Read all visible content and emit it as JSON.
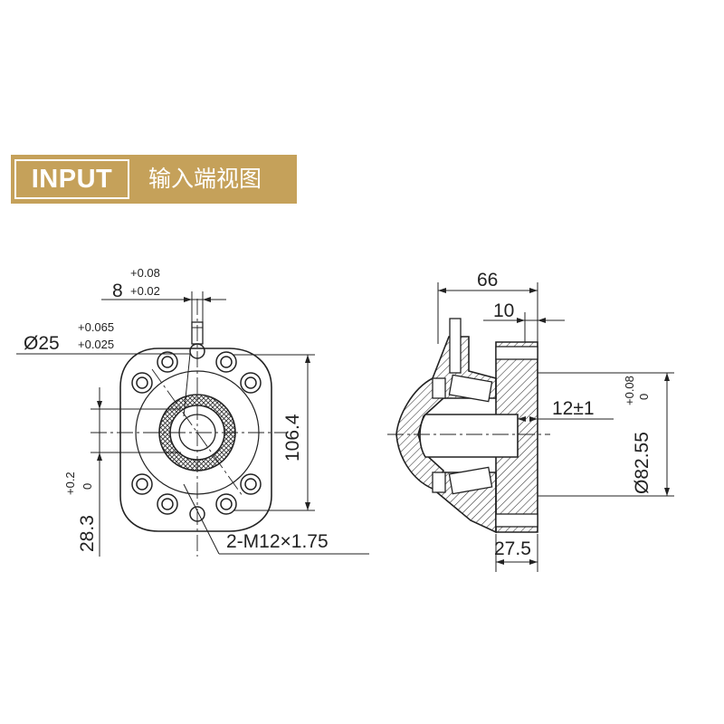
{
  "header": {
    "label": "INPUT",
    "subtitle": "输入端视图",
    "accent_color": "#c5a15a"
  },
  "front_view": {
    "key_width": {
      "value": "8",
      "tol_upper": "+0.08",
      "tol_lower": "+0.02"
    },
    "bore_diameter": {
      "value": "Ø25",
      "tol_upper": "+0.065",
      "tol_lower": "+0.025"
    },
    "height": "106.4",
    "key_offset": {
      "value": "28.3",
      "tol_upper": "+0.2",
      "tol_lower": "0"
    },
    "thread_callout": "2-M12×1.75"
  },
  "side_view": {
    "overall_length": "66",
    "step_length": "10",
    "shaft_depth": "12±1",
    "pilot_diameter": {
      "value": "Ø82.55",
      "tol_upper": "+0.08",
      "tol_lower": "0"
    },
    "flange_width": "27.5"
  }
}
